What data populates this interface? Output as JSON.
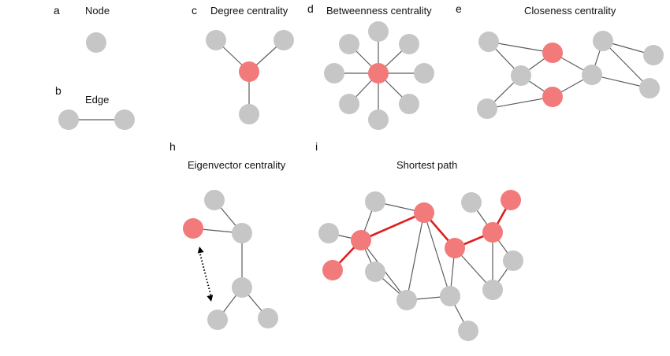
{
  "colors": {
    "node_default": "#c6c6c6",
    "node_highlight": "#f27a7a",
    "edge_default": "#5c5c5c",
    "edge_highlight": "#e01e1e",
    "background": "#ffffff"
  },
  "panels": [
    {
      "id": "a",
      "letter": "a",
      "title": "Node"
    },
    {
      "id": "b",
      "letter": "b",
      "title": "Edge"
    },
    {
      "id": "c",
      "letter": "c",
      "title": "Degree centrality"
    },
    {
      "id": "d",
      "letter": "d",
      "title": "Betweenness centrality"
    },
    {
      "id": "e",
      "letter": "e",
      "title": "Closeness centrality"
    },
    {
      "id": "h",
      "letter": "h",
      "title": "Eigenvector centrality"
    },
    {
      "id": "i",
      "letter": "i",
      "title": "Shortest path"
    }
  ]
}
